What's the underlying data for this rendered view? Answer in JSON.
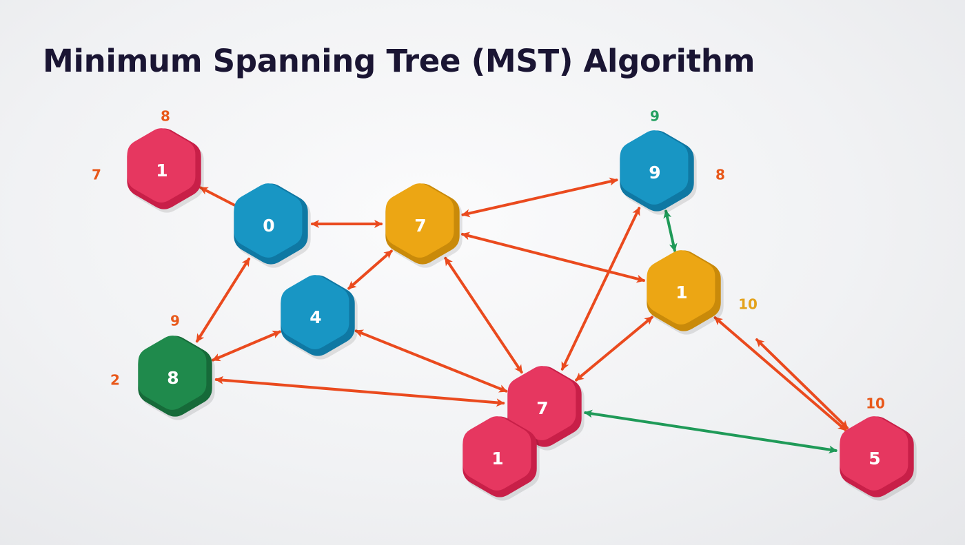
{
  "title": "Minimum Spanning Tree (MST) Algorithm",
  "colors": {
    "pink": "#e63760",
    "blue": "#1896c4",
    "yellow": "#eca614",
    "green": "#1f8a4c",
    "edge_orange": "#ea4a1e",
    "edge_green": "#1f9a58",
    "weight_orange": "#e8581a",
    "weight_yellow": "#e3a21b",
    "weight_green": "#24a061"
  },
  "nodes": [
    {
      "id": "n1a",
      "label": "1",
      "color": "pink"
    },
    {
      "id": "n0",
      "label": "0",
      "color": "blue"
    },
    {
      "id": "n7a",
      "label": "7",
      "color": "yellow"
    },
    {
      "id": "n9",
      "label": "9",
      "color": "blue"
    },
    {
      "id": "n1b",
      "label": "1",
      "color": "yellow"
    },
    {
      "id": "n4",
      "label": "4",
      "color": "blue"
    },
    {
      "id": "n8",
      "label": "8",
      "color": "green"
    },
    {
      "id": "n7b",
      "label": "7",
      "color": "pink"
    },
    {
      "id": "n1c",
      "label": "1",
      "color": "pink"
    },
    {
      "id": "n5",
      "label": "5",
      "color": "pink"
    }
  ],
  "edges": [
    {
      "from": "n0",
      "to": "n1a",
      "color": "edge_orange",
      "arrows": "end"
    },
    {
      "from": "n0",
      "to": "n7a",
      "color": "edge_orange",
      "arrows": "both"
    },
    {
      "from": "n0",
      "to": "n8",
      "color": "edge_orange",
      "arrows": "both"
    },
    {
      "from": "n7a",
      "to": "n9",
      "color": "edge_orange",
      "arrows": "both"
    },
    {
      "from": "n7a",
      "to": "n1b",
      "color": "edge_orange",
      "arrows": "both"
    },
    {
      "from": "n7a",
      "to": "n4",
      "color": "edge_orange",
      "arrows": "both"
    },
    {
      "from": "n7a",
      "to": "n7b",
      "color": "edge_orange",
      "arrows": "both"
    },
    {
      "from": "n9",
      "to": "n1b",
      "color": "edge_green",
      "arrows": "both"
    },
    {
      "from": "n9",
      "to": "n7b",
      "color": "edge_orange",
      "arrows": "both"
    },
    {
      "from": "n1b",
      "to": "n7b",
      "color": "edge_orange",
      "arrows": "both"
    },
    {
      "from": "n1b",
      "to": "n5",
      "color": "edge_orange",
      "arrows": "both"
    },
    {
      "from": "n4",
      "to": "n8",
      "color": "edge_orange",
      "arrows": "both"
    },
    {
      "from": "n4",
      "to": "n7b",
      "color": "edge_orange",
      "arrows": "both"
    },
    {
      "from": "n8",
      "to": "n7b",
      "color": "edge_orange",
      "arrows": "both"
    },
    {
      "from": "n7b",
      "to": "n5",
      "color": "edge_green",
      "arrows": "both"
    },
    {
      "from": "extra",
      "to": "n5",
      "color": "edge_orange",
      "arrows": "both"
    }
  ],
  "weights": [
    {
      "text": "8",
      "color": "weight_orange"
    },
    {
      "text": "7",
      "color": "weight_orange"
    },
    {
      "text": "9",
      "color": "weight_green"
    },
    {
      "text": "8",
      "color": "weight_orange"
    },
    {
      "text": "10",
      "color": "weight_yellow"
    },
    {
      "text": "9",
      "color": "weight_orange"
    },
    {
      "text": "2",
      "color": "weight_orange"
    },
    {
      "text": "10",
      "color": "weight_orange"
    }
  ]
}
